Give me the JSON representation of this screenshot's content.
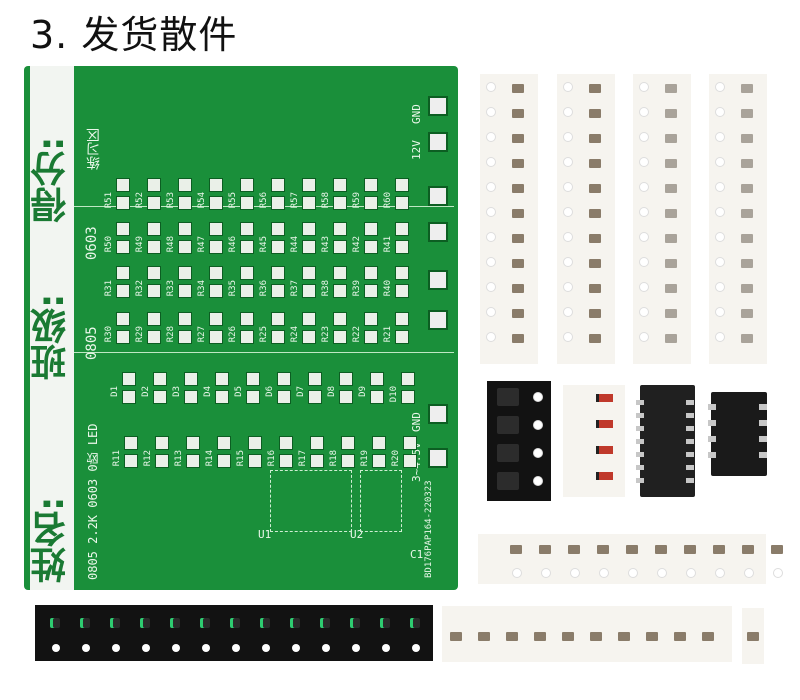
{
  "title": "3. 发货散件",
  "pcb": {
    "labels": {
      "score": "得分:",
      "class": "班级:",
      "name": "姓名:"
    },
    "section_labels": {
      "practice": "练习区",
      "s0603": "0603",
      "s0805": "0805",
      "led": "0805 2.2K 0603 0欧 LED",
      "gnd_top": "GND",
      "v12": "12V",
      "gnd_bottom": "GND",
      "v3_4_5": "3~4.5V",
      "board_code": "BD176PAP164-220323",
      "u1": "U1",
      "u2": "U2",
      "c1": "C1"
    },
    "rows": {
      "r51_60": [
        "R51",
        "R52",
        "R53",
        "R54",
        "R55",
        "R56",
        "R57",
        "R58",
        "R59",
        "R60"
      ],
      "r50_41": [
        "R50",
        "R49",
        "R48",
        "R47",
        "R46",
        "R45",
        "R44",
        "R43",
        "R42",
        "R41"
      ],
      "r31_40": [
        "R31",
        "R32",
        "R33",
        "R34",
        "R35",
        "R36",
        "R37",
        "R38",
        "R39",
        "R40"
      ],
      "r30_21": [
        "R30",
        "R29",
        "R28",
        "R27",
        "R26",
        "R25",
        "R24",
        "R23",
        "R22",
        "R21"
      ],
      "d1_10": [
        "D1",
        "D2",
        "D3",
        "D4",
        "D5",
        "D6",
        "D7",
        "D8",
        "D9",
        "D10"
      ],
      "r11_20": [
        "R11",
        "R12",
        "R13",
        "R14",
        "R15",
        "R16",
        "R17",
        "R18",
        "R19",
        "R20"
      ]
    }
  }
}
